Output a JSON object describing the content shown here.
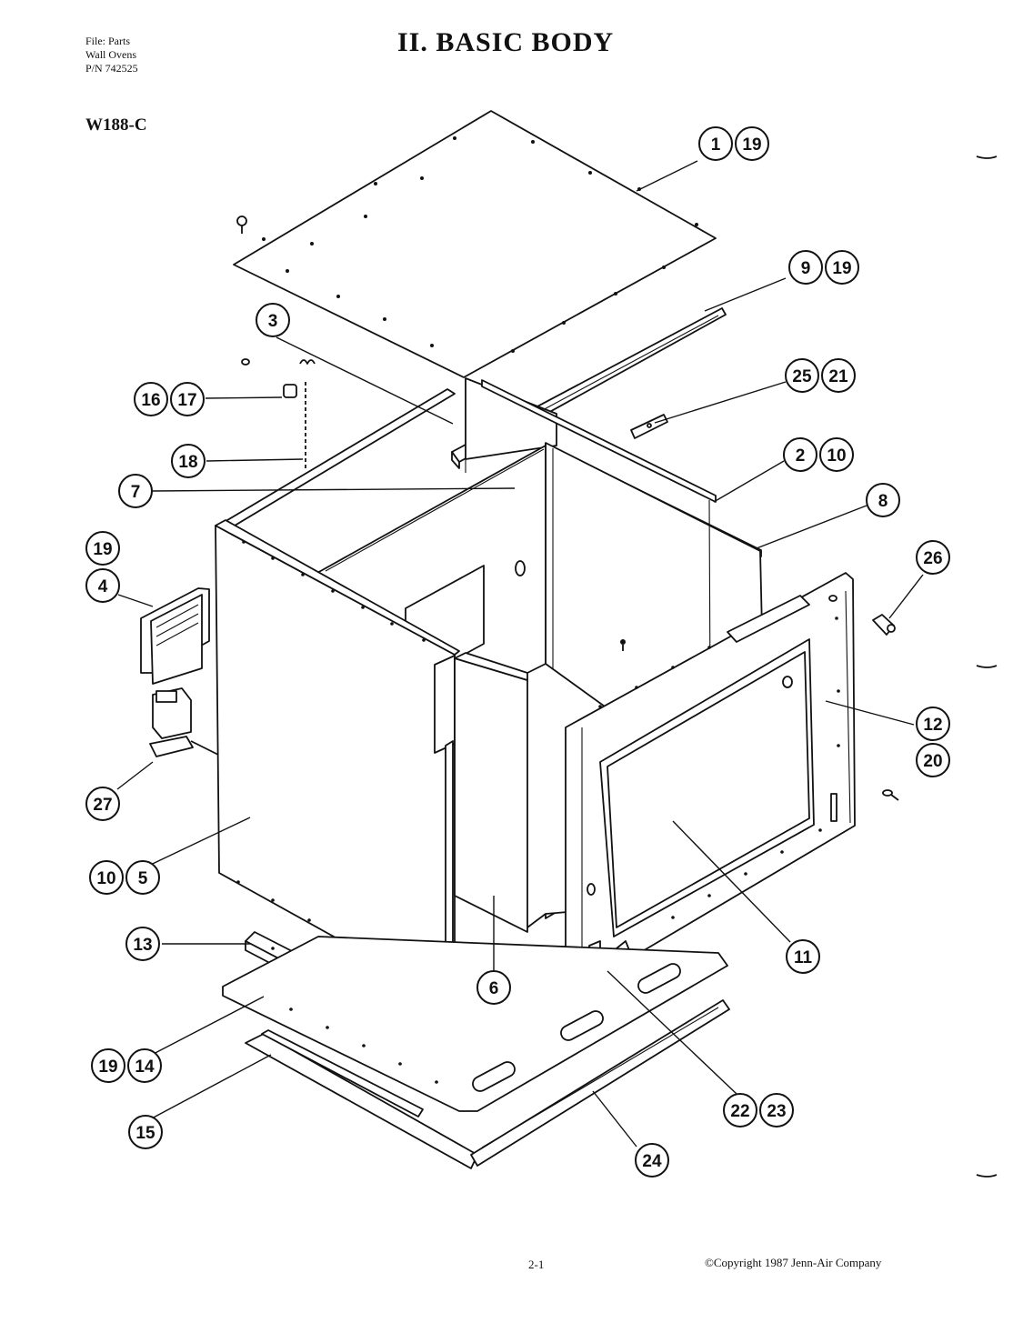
{
  "file_info": {
    "line1": "File: Parts",
    "line2": "Wall Ovens",
    "line3": "P/N 742525"
  },
  "title": "II.  BASIC BODY",
  "model": "W188-C",
  "page_number": "2-1",
  "copyright": "©Copyright 1987 Jenn-Air Company",
  "callouts": [
    {
      "id": "c1",
      "label": "1"
    },
    {
      "id": "c19a",
      "label": "19"
    },
    {
      "id": "c9",
      "label": "9"
    },
    {
      "id": "c19b",
      "label": "19"
    },
    {
      "id": "c3",
      "label": "3"
    },
    {
      "id": "c25",
      "label": "25"
    },
    {
      "id": "c21",
      "label": "21"
    },
    {
      "id": "c16",
      "label": "16"
    },
    {
      "id": "c17",
      "label": "17"
    },
    {
      "id": "c2",
      "label": "2"
    },
    {
      "id": "c10a",
      "label": "10"
    },
    {
      "id": "c18",
      "label": "18"
    },
    {
      "id": "c7",
      "label": "7"
    },
    {
      "id": "c8",
      "label": "8"
    },
    {
      "id": "c19c",
      "label": "19"
    },
    {
      "id": "c4",
      "label": "4"
    },
    {
      "id": "c26",
      "label": "26"
    },
    {
      "id": "c12",
      "label": "12"
    },
    {
      "id": "c20",
      "label": "20"
    },
    {
      "id": "c27",
      "label": "27"
    },
    {
      "id": "c10b",
      "label": "10"
    },
    {
      "id": "c5",
      "label": "5"
    },
    {
      "id": "c11",
      "label": "11"
    },
    {
      "id": "c13",
      "label": "13"
    },
    {
      "id": "c6",
      "label": "6"
    },
    {
      "id": "c19d",
      "label": "19"
    },
    {
      "id": "c14",
      "label": "14"
    },
    {
      "id": "c22",
      "label": "22"
    },
    {
      "id": "c23",
      "label": "23"
    },
    {
      "id": "c15",
      "label": "15"
    },
    {
      "id": "c24",
      "label": "24"
    }
  ]
}
